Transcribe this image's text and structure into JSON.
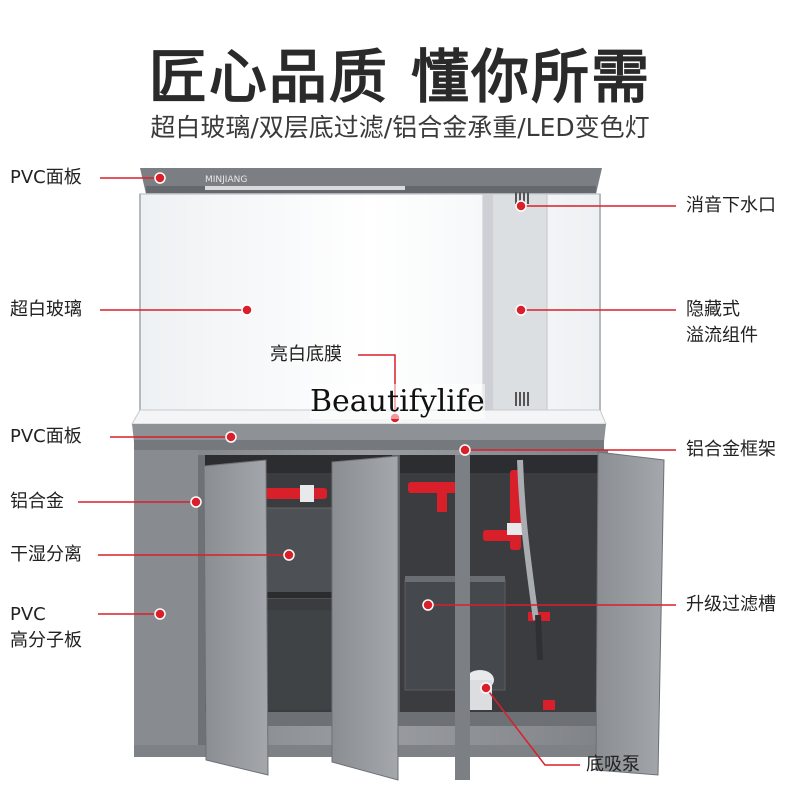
{
  "headline": "匠心品质 懂你所需",
  "subheadline": "超白玻璃/双层底过滤/铝合金承重/LED变色灯",
  "brand_text": "MINJIANG",
  "watermark": "Beautifylife",
  "callouts": {
    "pvc_top": "PVC面板",
    "glass": "超白玻璃",
    "pvc_mid": "PVC面板",
    "aluminum": "铝合金",
    "dry_wet": "干湿分离",
    "pvc_board_1": "PVC",
    "pvc_board_2": "高分子板",
    "silent_drain": "消音下水口",
    "hidden_1": "隐藏式",
    "hidden_2": "溢流组件",
    "frame": "铝合金框架",
    "filter": "升级过滤槽",
    "pump": "底吸泵",
    "bottom_film": "亮白底膜"
  },
  "colors": {
    "accent": "#d9202a",
    "cabinet": "#8c8f93",
    "frame": "#6f7277"
  }
}
